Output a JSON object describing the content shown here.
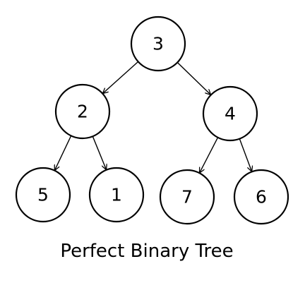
{
  "diagram": {
    "caption": "Perfect Binary Tree",
    "nodes": [
      {
        "id": "n3",
        "label": "3"
      },
      {
        "id": "n2",
        "label": "2"
      },
      {
        "id": "n4",
        "label": "4"
      },
      {
        "id": "n5",
        "label": "5"
      },
      {
        "id": "n1",
        "label": "1"
      },
      {
        "id": "n7",
        "label": "7"
      },
      {
        "id": "n6",
        "label": "6"
      }
    ],
    "edges": [
      {
        "from": "n3",
        "to": "n2"
      },
      {
        "from": "n3",
        "to": "n4"
      },
      {
        "from": "n2",
        "to": "n5"
      },
      {
        "from": "n2",
        "to": "n1"
      },
      {
        "from": "n4",
        "to": "n7"
      },
      {
        "from": "n4",
        "to": "n6"
      }
    ]
  }
}
